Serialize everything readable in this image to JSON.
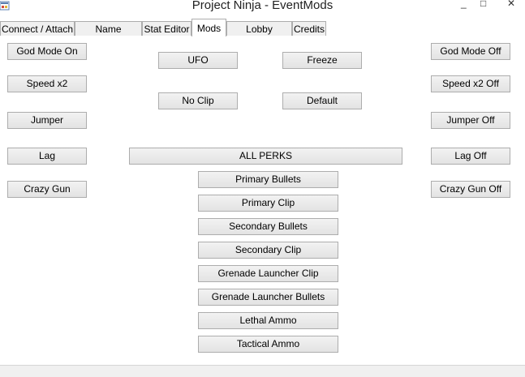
{
  "window": {
    "title": "Project Ninja - EventMods",
    "minimize_symbol": "_",
    "maximize_symbol": "□",
    "close_symbol": "✕"
  },
  "tabs": [
    {
      "label": "Connect / Attach"
    },
    {
      "label": "Name Changer"
    },
    {
      "label": "Stat Editor"
    },
    {
      "label": "Mods"
    },
    {
      "label": "Lobby Settings"
    },
    {
      "label": "Credits"
    }
  ],
  "active_tab": "Mods",
  "left_buttons": [
    "God Mode On",
    "Speed x2",
    "Jumper",
    "Lag",
    "Crazy Gun"
  ],
  "right_buttons": [
    "God Mode Off",
    "Speed x2 Off",
    "Jumper Off",
    "Lag Off",
    "Crazy Gun Off"
  ],
  "center_buttons": {
    "ufo": "UFO",
    "freeze": "Freeze",
    "no_clip": "No Clip",
    "default": "Default"
  },
  "all_perks": "ALL PERKS",
  "perk_buttons": [
    "Primary Bullets",
    "Primary Clip",
    "Secondary Bullets",
    "Secondary Clip",
    "Grenade Launcher Clip",
    "Grenade Launcher Bullets",
    "Lethal Ammo",
    "Tactical Ammo"
  ],
  "colors": {
    "button_face": "#e6e6e6",
    "button_border": "#adadad",
    "window_bg": "#ffffff"
  }
}
